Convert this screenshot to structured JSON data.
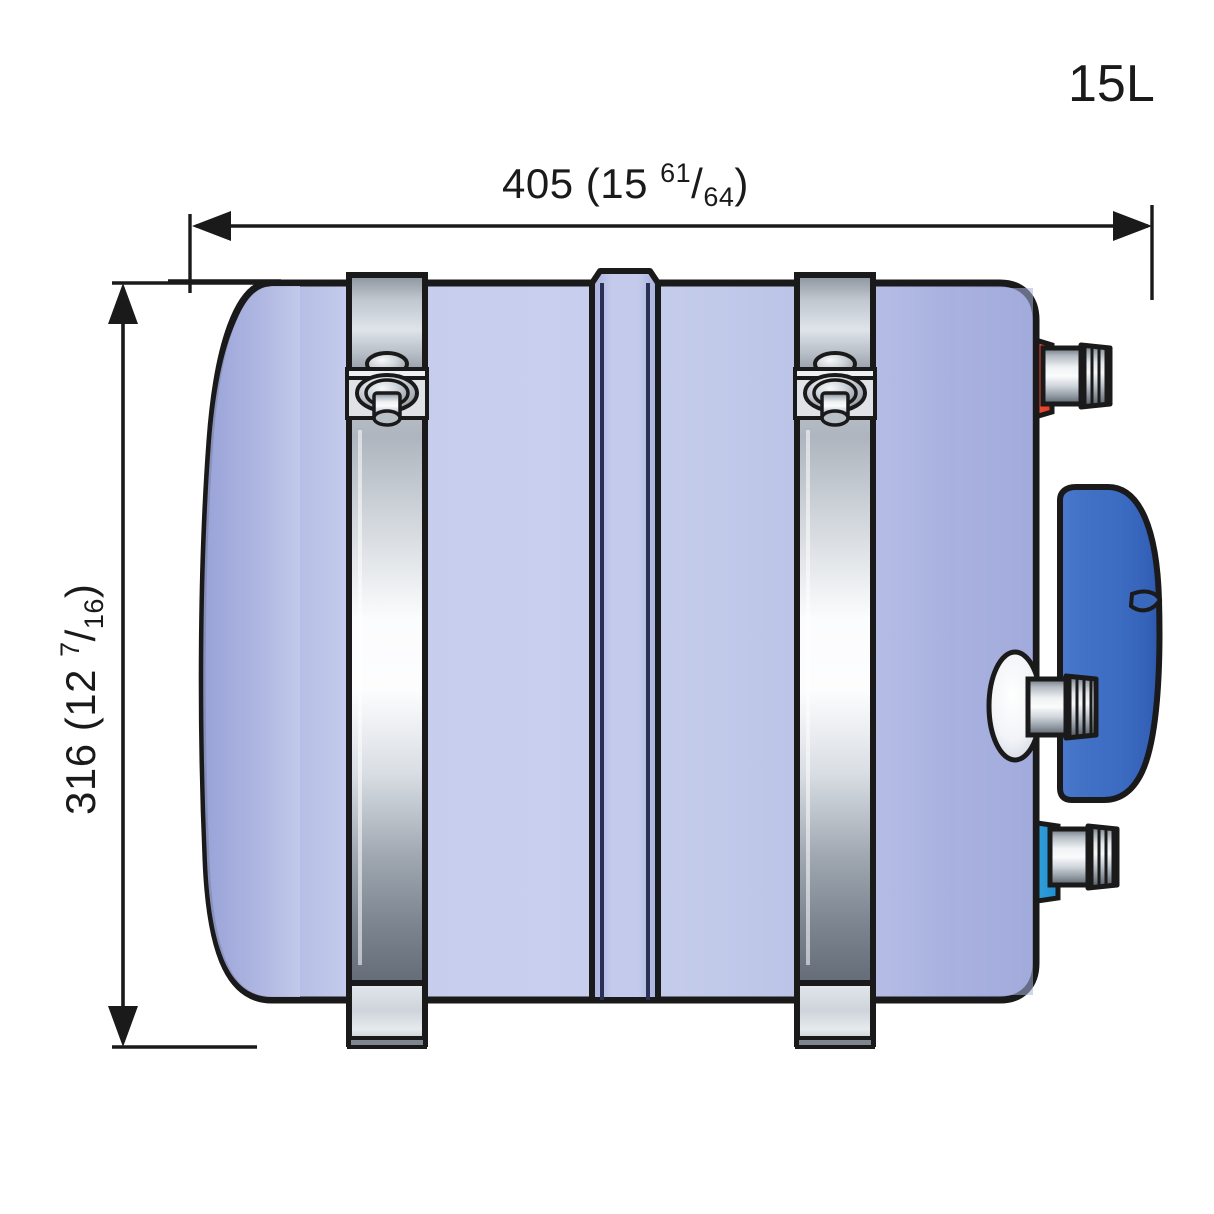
{
  "drawing": {
    "title": "Calorifier / marine water heater side elevation with dimensions",
    "capacity_label": "15L",
    "dimensions": {
      "width": {
        "name": "overall-width",
        "metric": "405",
        "imperial_whole": "15",
        "imperial_frac_num": "61",
        "imperial_frac_den": "64",
        "full_text": "405 (15 61/64)",
        "prefix": "405 (15 ",
        "suffix": ")",
        "orientation": "horizontal"
      },
      "height": {
        "name": "overall-height",
        "metric": "316",
        "imperial_whole": "12",
        "imperial_frac_num": "7",
        "imperial_frac_den": "16",
        "full_text": "316 (12 7/16)",
        "prefix": "316 (12 ",
        "suffix": ")",
        "orientation": "vertical"
      }
    },
    "colors": {
      "outline": "#1a1a1a",
      "tank_body_light": "#ced4ee",
      "tank_body_mid": "#b9c1e6",
      "tank_body_shadow": "#9aa4d8",
      "end_cap_blue": "#3f6fc4",
      "end_cap_blue_dark": "#2c54a5",
      "hot_marker_red": "#ef4a35",
      "cold_marker_blue": "#29a3e3",
      "metal_light": "#fdfdfd",
      "metal_mid": "#b8bfc9",
      "metal_dark": "#6f7882",
      "dimension_line": "#1a1a1a",
      "background": "#ffffff"
    },
    "components": [
      {
        "name": "tank-shell",
        "label": "Insulated cylindrical tank shell"
      },
      {
        "name": "center-seam-band",
        "label": "Central raised seam band"
      },
      {
        "name": "mounting-bracket-left",
        "label": "Left stainless mounting strap with bolt"
      },
      {
        "name": "mounting-bracket-right",
        "label": "Right stainless mounting strap with bolt"
      },
      {
        "name": "end-cap",
        "label": "Blue end cap / heat exchanger cover"
      },
      {
        "name": "fitting-hot-outlet",
        "label": "Hot water outlet (red marker)"
      },
      {
        "name": "fitting-mid-port",
        "label": "Mid port with white flange"
      },
      {
        "name": "fitting-cold-inlet",
        "label": "Cold water inlet (blue marker)"
      }
    ]
  }
}
